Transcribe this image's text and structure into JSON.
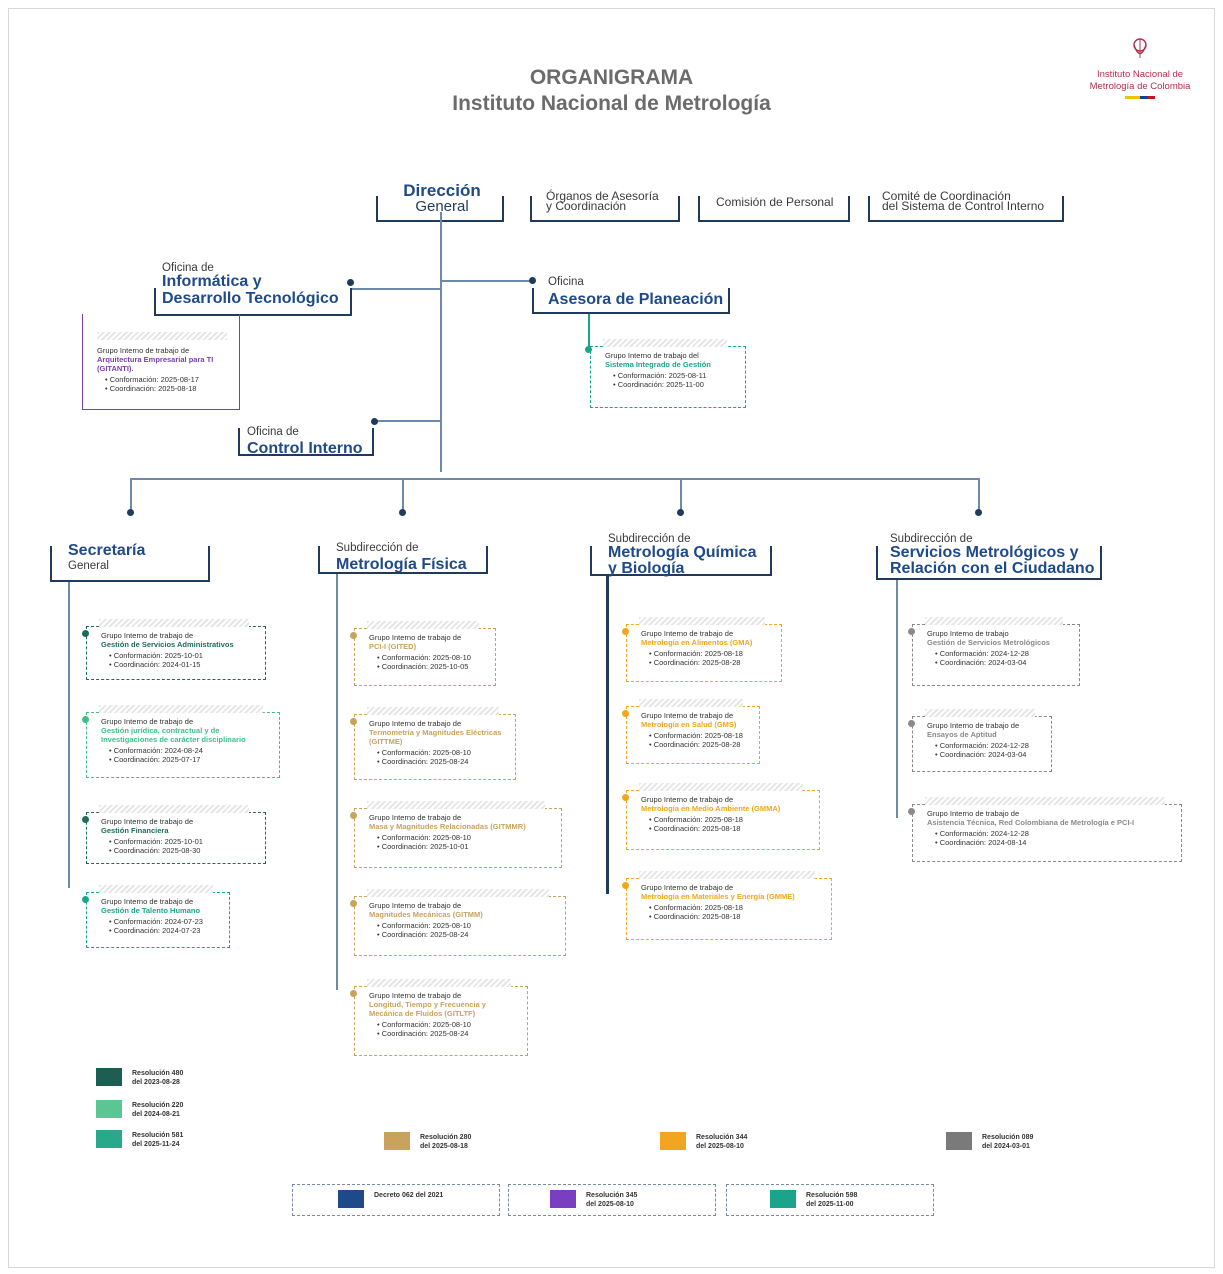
{
  "title": {
    "line1": "ORGANIGRAMA",
    "line2": "Instituto Nacional de Metrología"
  },
  "logo": {
    "line1": "Instituto Nacional de",
    "line2": "Metrología de Colombia"
  },
  "top": {
    "direccion": {
      "l1": "Dirección",
      "l2": "General"
    },
    "organos": {
      "l1": "Órganos de Asesoría",
      "l2": "y Coordinación"
    },
    "comision": "Comisión de Personal",
    "comite": {
      "l1": "Comité de Coordinación",
      "l2": "del Sistema de Control Interno"
    }
  },
  "oficinas": {
    "oti": {
      "pre": "Oficina de",
      "l1": "Informática y",
      "l2": "Desarrollo Tecnológico"
    },
    "oap": {
      "pre": "Oficina",
      "l1": "Asesora de Planeación"
    },
    "oci": {
      "pre": "Oficina de",
      "l1": "Control Interno"
    }
  },
  "grupos_oficinas": {
    "gitanti": {
      "intro": "Grupo Interno de trabajo de",
      "name": "Arquitectura Empresarial para TI (GITANTI).",
      "c1": "Conformación: 2025-08-17",
      "c2": "Coordinación: 2025-08-18",
      "color": "#7a3fb0"
    },
    "sig": {
      "intro": "Grupo Interno de trabajo del",
      "name": "Sistema Integrado de Gestión",
      "c1": "Conformación: 2025-08-11",
      "c2": "Coordinación: 2025-11-00",
      "color": "#1aa58a"
    }
  },
  "subdirecciones": {
    "sg": {
      "l1": "Secretaría",
      "l2": "General"
    },
    "smf": {
      "pre": "Subdirección de",
      "l1": "Metrología Física"
    },
    "smqb": {
      "pre": "Subdirección de",
      "l1": "Metrología Química",
      "l2": "y Biología"
    },
    "ssmrc": {
      "pre": "Subdirección de",
      "l1": "Servicios Metrológicos y",
      "l2": "Relación con el Ciudadano"
    }
  },
  "grupos_sg": [
    {
      "intro": "Grupo Interno de trabajo de",
      "name": "Gestión de Servicios Administrativos",
      "c1": "Conformación: 2025-10-01",
      "c2": "Coordinación: 2024-01-15",
      "color": "#1e6b5c"
    },
    {
      "intro": "Grupo Interno de trabajo de",
      "name": "Gestión jurídica, contractual y de Investigaciones de carácter disciplinario",
      "c1": "Conformación: 2024-08-24",
      "c2": "Coordinación: 2025-07-17",
      "color": "#3fbf8a"
    },
    {
      "intro": "Grupo Interno de trabajo de",
      "name": "Gestión Financiera",
      "c1": "Conformación: 2025-10-01",
      "c2": "Coordinación: 2025-08-30",
      "color": "#1e6b5c"
    },
    {
      "intro": "Grupo Interno de trabajo de",
      "name": "Gestión de Talento Humano",
      "c1": "Conformación: 2024-07-23",
      "c2": "Coordinación: 2024-07-23",
      "color": "#1aa58a"
    }
  ],
  "grupos_smf": [
    {
      "intro": "Grupo Interno de trabajo de",
      "name": "PCI-I (GITED)",
      "c1": "Conformación: 2025-08-10",
      "c2": "Coordinación: 2025-10-05",
      "color": "#c9a25e"
    },
    {
      "intro": "Grupo Interno de trabajo de",
      "name": "Termometría y Magnitudes Eléctricas (GITTME)",
      "c1": "Conformación: 2025-08-10",
      "c2": "Coordinación: 2025-08-24",
      "color": "#c9a25e"
    },
    {
      "intro": "Grupo Interno de trabajo de",
      "name": "Masa y Magnitudes Relacionadas (GITMMR)",
      "c1": "Conformación: 2025-08-10",
      "c2": "Coordinación: 2025-10-01",
      "color": "#c9a25e"
    },
    {
      "intro": "Grupo Interno de trabajo de",
      "name": "Magnitudes Mecánicas (GITMM)",
      "c1": "Conformación: 2025-08-10",
      "c2": "Coordinación: 2025-08-24",
      "color": "#c9a25e"
    },
    {
      "intro": "Grupo Interno de trabajo de",
      "name": "Longitud, Tiempo y Frecuencia y Mecánica de Fluidos (GITLTF)",
      "c1": "Conformación: 2025-08-10",
      "c2": "Coordinación: 2025-08-24",
      "color": "#c9a25e"
    }
  ],
  "grupos_smqb": [
    {
      "intro": "Grupo Interno de trabajo de",
      "name": "Metrología en Alimentos (GMA)",
      "c1": "Conformación: 2025-08-18",
      "c2": "Coordinación: 2025-08-28",
      "color": "#f2a51f"
    },
    {
      "intro": "Grupo Interno de trabajo de",
      "name": "Metrología en Salud (GMS)",
      "c1": "Conformación: 2025-08-18",
      "c2": "Coordinación: 2025-08-28",
      "color": "#f2a51f"
    },
    {
      "intro": "Grupo Interno de trabajo de",
      "name": "Metrología en Medio Ambiente (GMMA)",
      "c1": "Conformación: 2025-08-18",
      "c2": "Coordinación: 2025-08-18",
      "color": "#f2a51f"
    },
    {
      "intro": "Grupo Interno de trabajo de",
      "name": "Metrología en Materiales y Energía (GMME)",
      "c1": "Conformación: 2025-08-18",
      "c2": "Coordinación: 2025-08-18",
      "color": "#f2a51f"
    }
  ],
  "grupos_ssmrc": [
    {
      "intro": "Grupo Interno de trabajo",
      "name": "Gestión de Servicios Metrológicos",
      "c1": "Conformación: 2024-12-28",
      "c2": "Coordinación: 2024-03-04",
      "color": "#8a8a8a"
    },
    {
      "intro": "Grupo Interno de trabajo de",
      "name": "Ensayos de Aptitud",
      "c1": "Conformación: 2024-12-28",
      "c2": "Coordinación: 2024-03-04",
      "color": "#8a8a8a"
    },
    {
      "intro": "Grupo Interno de trabajo de",
      "name": "Asistencia Técnica, Red Colombiana de Metrología e PCI-I",
      "c1": "Conformación: 2024-12-28",
      "c2": "Coordinación: 2024-08-14",
      "color": "#8a8a8a"
    }
  ],
  "legend": [
    {
      "label": "Resolución 480",
      "date": "del 2023-08-28",
      "color": "#1e5e52"
    },
    {
      "label": "Resolución 220",
      "date": "del 2024-08-21",
      "color": "#5cc594"
    },
    {
      "label": "Resolución 581",
      "date": "del 2025-11-24",
      "color": "#2aa88a"
    },
    {
      "label": "Resolución 280",
      "date": "del 2025-08-18",
      "color": "#c9a25e"
    },
    {
      "label": "Resolución 344",
      "date": "del 2025-08-10",
      "color": "#f2a51f"
    },
    {
      "label": "Resolución 089",
      "date": "del 2024-03-01",
      "color": "#7a7a7a"
    },
    {
      "label": "Decreto 062 del 2021",
      "date": "",
      "color": "#1f4a8a"
    },
    {
      "label": "Resolución 345",
      "date": "del 2025-08-10",
      "color": "#7a3fc0"
    },
    {
      "label": "Resolución 598",
      "date": "del 2025-11-00",
      "color": "#1aa58a"
    }
  ]
}
